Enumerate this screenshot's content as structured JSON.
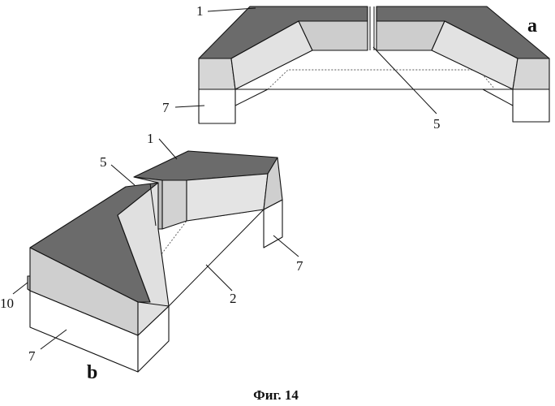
{
  "figure": {
    "caption": "Фиг. 14",
    "colors": {
      "top_face": "#6b6b6b",
      "side_face": "#d9d9d9",
      "front_face": "#c9c9c9",
      "base": "#ffffff",
      "line": "#111111"
    }
  },
  "view_a": {
    "tag": "a",
    "labels": {
      "part1": "1",
      "part5": "5",
      "part7": "7"
    }
  },
  "view_b": {
    "tag": "b",
    "labels": {
      "part1": "1",
      "part2": "2",
      "part5": "5",
      "part7_right": "7",
      "part7_front": "7",
      "part10": "10"
    }
  }
}
